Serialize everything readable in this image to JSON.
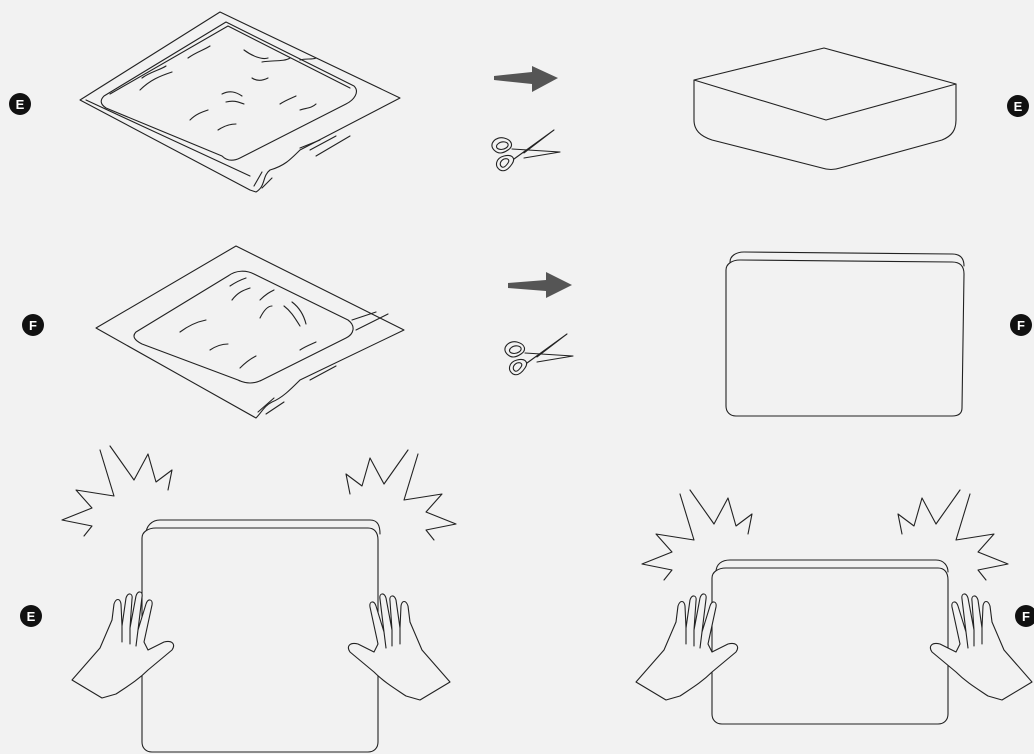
{
  "steps": [
    {
      "id": "E1",
      "label": "E",
      "description_icons": [
        "vacuum-packed-mattress",
        "arrow-right-icon",
        "scissors-icon",
        "expanded-mattress"
      ]
    },
    {
      "id": "F1",
      "label": "F",
      "description_icons": [
        "vacuum-packed-mattress",
        "arrow-right-icon",
        "scissors-icon",
        "expanded-mattress"
      ]
    },
    {
      "id": "E2",
      "label": "E",
      "description_icons": [
        "mattress-front",
        "hands-icon",
        "burst-icon"
      ]
    },
    {
      "id": "F2",
      "label": "F",
      "description_icons": [
        "mattress-front",
        "hands-icon",
        "burst-icon"
      ]
    }
  ],
  "badges": {
    "e_left_top": "E",
    "e_right_top": "E",
    "f_left_mid": "F",
    "f_right_mid": "F",
    "e_left_bottom": "E",
    "f_right_bottom": "F"
  },
  "colors": {
    "background": "#f2f2f2",
    "line": "#222222",
    "badge": "#111111",
    "arrow": "#555555"
  }
}
